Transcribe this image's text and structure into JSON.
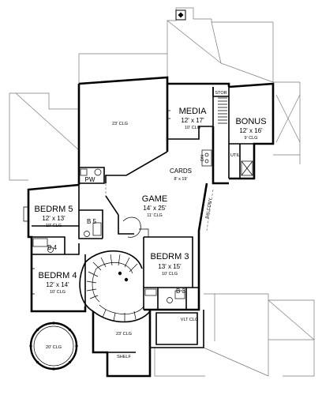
{
  "rooms": {
    "clg_23_upper": {
      "clg": "23' CLG"
    },
    "media": {
      "name": "MEDIA",
      "size": "12' x 17'",
      "clg": "10' CLG"
    },
    "stor": {
      "name": "STOR"
    },
    "bonus": {
      "name": "BONUS",
      "size": "12' x 16'",
      "clg": "9' CLG"
    },
    "util": {
      "name": "UTIL"
    },
    "cards": {
      "name": "CARDS",
      "size": "8' x 19'"
    },
    "pw": {
      "name": "PW"
    },
    "game": {
      "name": "GAME",
      "size": "14' x 25'",
      "clg": "11' CLG"
    },
    "balcony": {
      "name": "BALCONY"
    },
    "bedrm5": {
      "name": "BEDRM 5",
      "size": "12' x 13'",
      "clg": "10' CLG"
    },
    "b5": {
      "name": "B 5"
    },
    "b4": {
      "name": "B 4"
    },
    "bedrm3": {
      "name": "BEDRM 3",
      "size": "13' x 15'",
      "clg": "10' CLG"
    },
    "bedrm4": {
      "name": "BEDRM 4",
      "size": "12' x 14'",
      "clg": "10' CLG"
    },
    "b3": {
      "name": "B 3"
    },
    "vlt_clg": {
      "clg": "VLT CLG"
    },
    "clg_23_lower": {
      "clg": "23' CLG"
    },
    "shelf": {
      "name": "SHELF"
    },
    "turret": {
      "clg": "20' CLG"
    },
    "stair_tag": {
      "label": "DN"
    }
  }
}
